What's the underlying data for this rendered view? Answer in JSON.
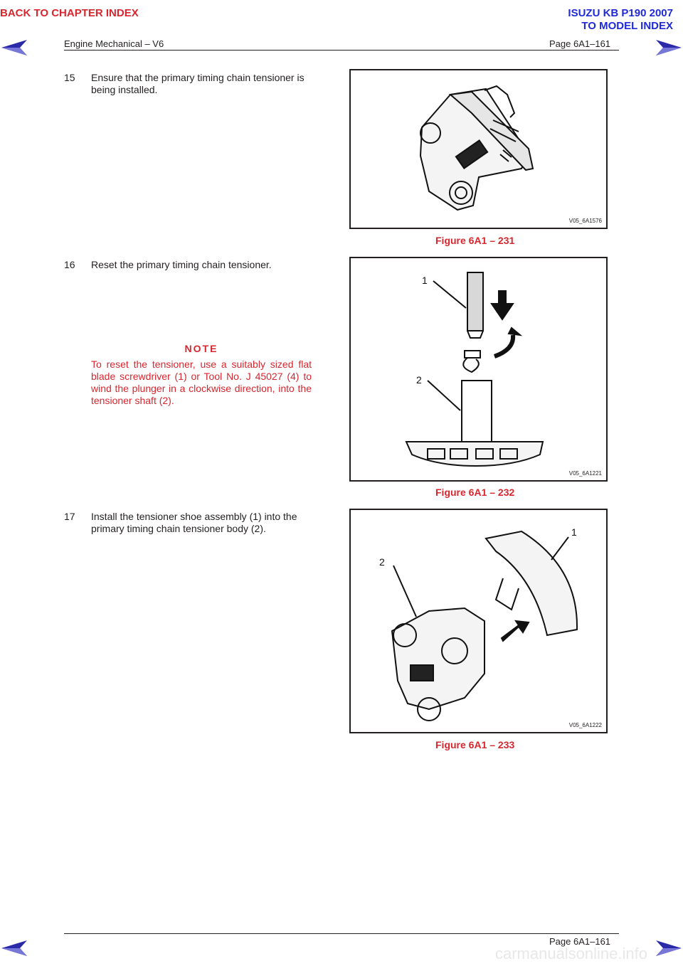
{
  "nav": {
    "back_chapter": "BACK TO CHAPTER INDEX",
    "model_title": "ISUZU KB P190 2007",
    "to_model": "TO MODEL INDEX"
  },
  "header": {
    "section": "Engine Mechanical – V6",
    "page": "Page 6A1–161"
  },
  "footer": {
    "page": "Page 6A1–161"
  },
  "steps": [
    {
      "number": "15",
      "text": "Ensure that the primary timing chain tensioner is being installed.",
      "figure_code": "V05_6A1576",
      "caption": "Figure 6A1 – 231"
    },
    {
      "number": "16",
      "text": "Reset the primary timing chain tensioner.",
      "note_title": "NOTE",
      "note_text": "To reset the tensioner, use a suitably sized flat blade screwdriver (1) or Tool No. J 45027 (4) to wind the plunger in a clockwise direction, into the tensioner shaft (2).",
      "figure_code": "V05_6A1221",
      "caption": "Figure 6A1 – 232",
      "labels": [
        "1",
        "2"
      ]
    },
    {
      "number": "17",
      "text": "Install the tensioner shoe assembly (1) into the primary timing chain tensioner body (2).",
      "figure_code": "V05_6A1222",
      "caption": "Figure 6A1 – 233",
      "labels": [
        "1",
        "2"
      ]
    }
  ],
  "icons": {
    "prev": "left-arrow-icon",
    "next": "right-arrow-icon"
  },
  "colors": {
    "red": "#d7262e",
    "blue": "#1f2ad6"
  },
  "watermark": "carmanualsonline.info"
}
